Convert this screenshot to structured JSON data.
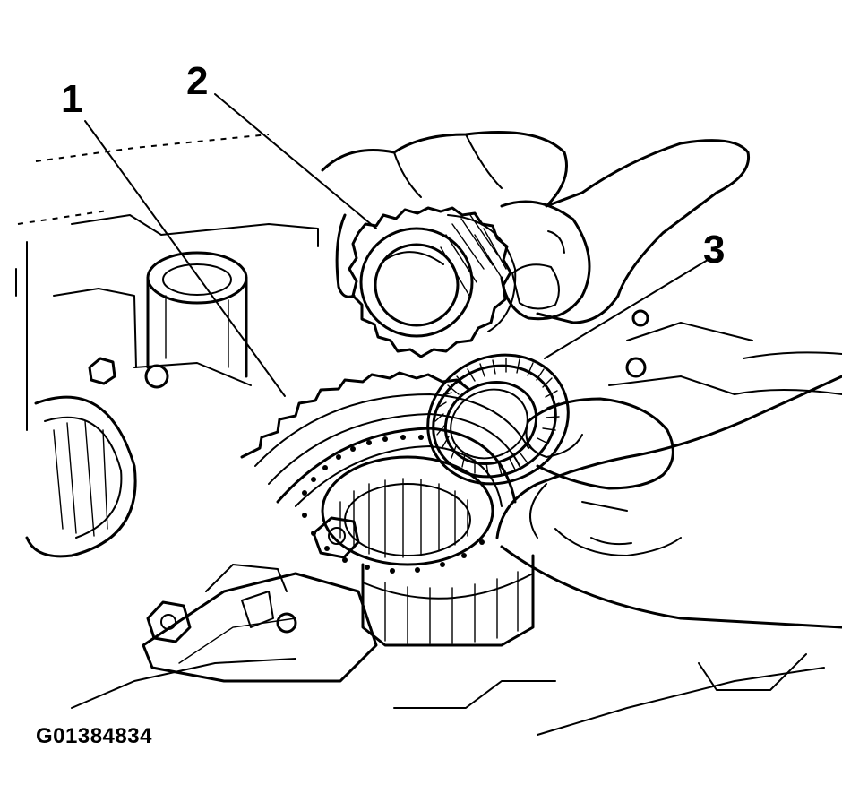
{
  "figure_id": "G01384834",
  "callouts": [
    {
      "number": "1"
    },
    {
      "number": "2"
    },
    {
      "number": "3"
    }
  ]
}
